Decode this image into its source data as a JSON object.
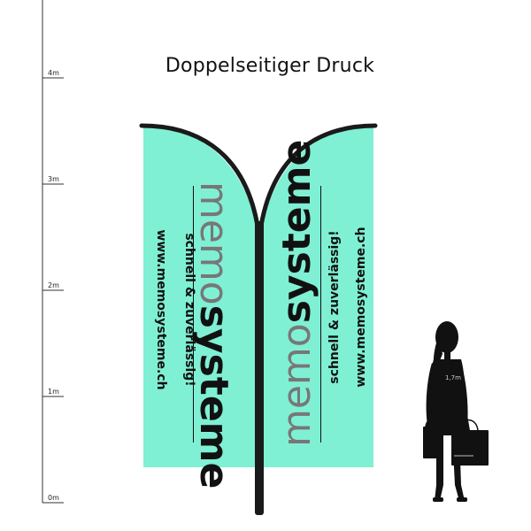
{
  "title": "Doppelseitiger Druck",
  "scale": {
    "ticks": [
      {
        "label": "0m",
        "value": 0
      },
      {
        "label": "1m",
        "value": 1
      },
      {
        "label": "2m",
        "value": 2
      },
      {
        "label": "3m",
        "value": 3
      },
      {
        "label": "4m",
        "value": 4
      }
    ]
  },
  "flag_left": {
    "brand_part1": "memo",
    "brand_part2": "systeme",
    "tagline": "schnell & zuverlässig!",
    "url": "www.memosysteme.ch"
  },
  "flag_right": {
    "brand_part1": "memo",
    "brand_part2": "systeme",
    "tagline": "schnell & zuverlässig!",
    "url": "www.memosysteme.ch"
  },
  "person": {
    "height_label": "1,7m"
  },
  "colors": {
    "flag_fill": "#7ff0d4",
    "pole": "#1a1a1a",
    "silhouette": "#111111"
  }
}
